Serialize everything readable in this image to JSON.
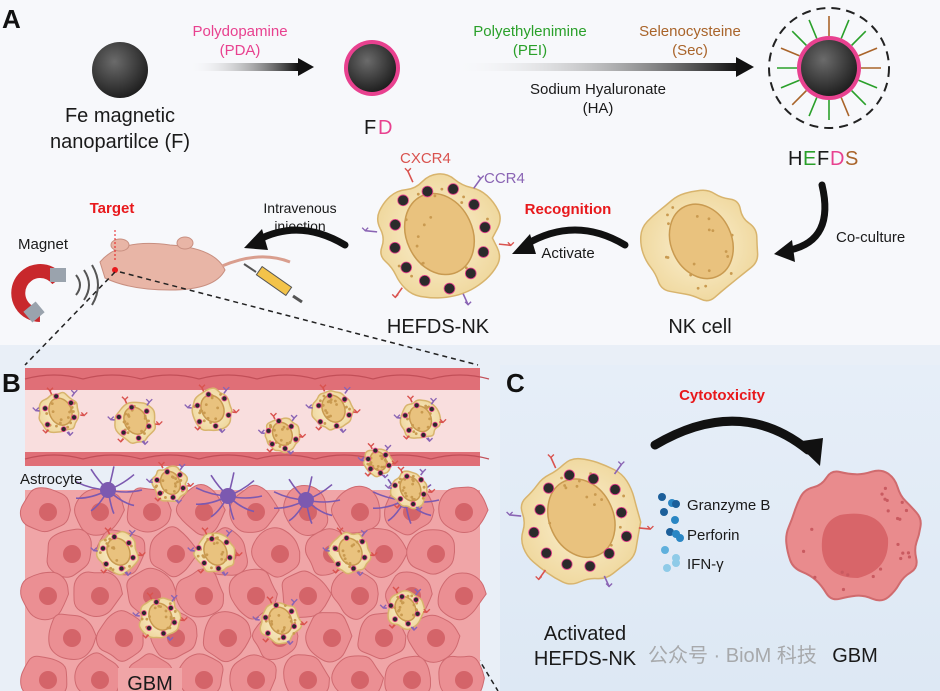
{
  "panels": {
    "a": "A",
    "b": "B",
    "c": "C"
  },
  "colors": {
    "pda": "#e8418f",
    "pei": "#2aa02a",
    "sec": "#a9642a",
    "red": "#e8191c",
    "ccr4": "#8a64b4",
    "cxcr4": "#d9534f",
    "gbm_cell": "#e98b8d",
    "nk_body": "#f6e3b7",
    "nucleus": "#e9c27e"
  },
  "panel_a": {
    "fe_label_1": "Fe magnetic",
    "fe_label_2": "nanopartilce (F)",
    "pda_1": "Polydopamine",
    "pda_2": "(PDA)",
    "fd_f": "F",
    "fd_d": "D",
    "pei_1": "Polyethylenimine",
    "pei_2": "(PEI)",
    "sec_1": "Selenocysteine",
    "sec_2": "(Sec)",
    "ha_1": "Sodium Hyaluronate",
    "ha_2": "(HA)",
    "hefds": [
      "H",
      "E",
      "F",
      "D",
      "S"
    ],
    "coculture": "Co-culture",
    "nk_cell": "NK cell",
    "activate": "Activate",
    "recognition": "Recognition",
    "cxcr4": "CXCR4",
    "ccr4": "CCR4",
    "hefds_nk": "HEFDS-NK",
    "iv_1": "Intravenous",
    "iv_2": "injection",
    "target": "Target",
    "magnet": "Magnet"
  },
  "panel_b": {
    "astrocyte": "Astrocyte",
    "gbm": "GBM"
  },
  "panel_c": {
    "cytotoxicity": "Cytotoxicity",
    "granzyme": "Granzyme B",
    "perforin": "Perforin",
    "ifn": "IFN-γ",
    "activated_1": "Activated",
    "activated_2": "HEFDS-NK",
    "gbm": "GBM",
    "watermark": "公众号 · BioM  科技"
  }
}
